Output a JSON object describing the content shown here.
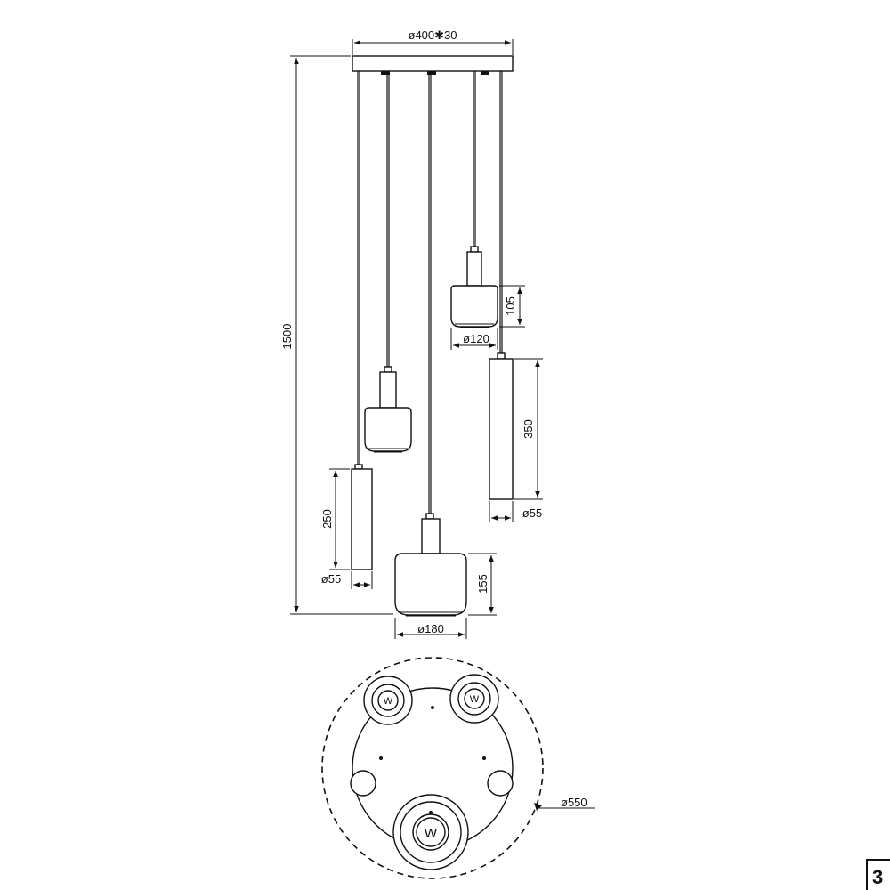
{
  "colors": {
    "line": "#111111",
    "background": "#ffffff"
  },
  "dimensions": {
    "canopy": "ø400✱30",
    "total_height": "1500",
    "glass_small_height": "105",
    "glass_small_diameter": "ø120",
    "tube_long_height": "350",
    "tube_long_diameter": "ø55",
    "tube_short_height": "250",
    "tube_short_diameter": "ø55",
    "glass_large_height": "155",
    "glass_large_diameter": "ø180",
    "footprint_diameter": "ø550"
  },
  "plan_logo_letter": "W",
  "page_mark": "3",
  "corner_mark": "-"
}
